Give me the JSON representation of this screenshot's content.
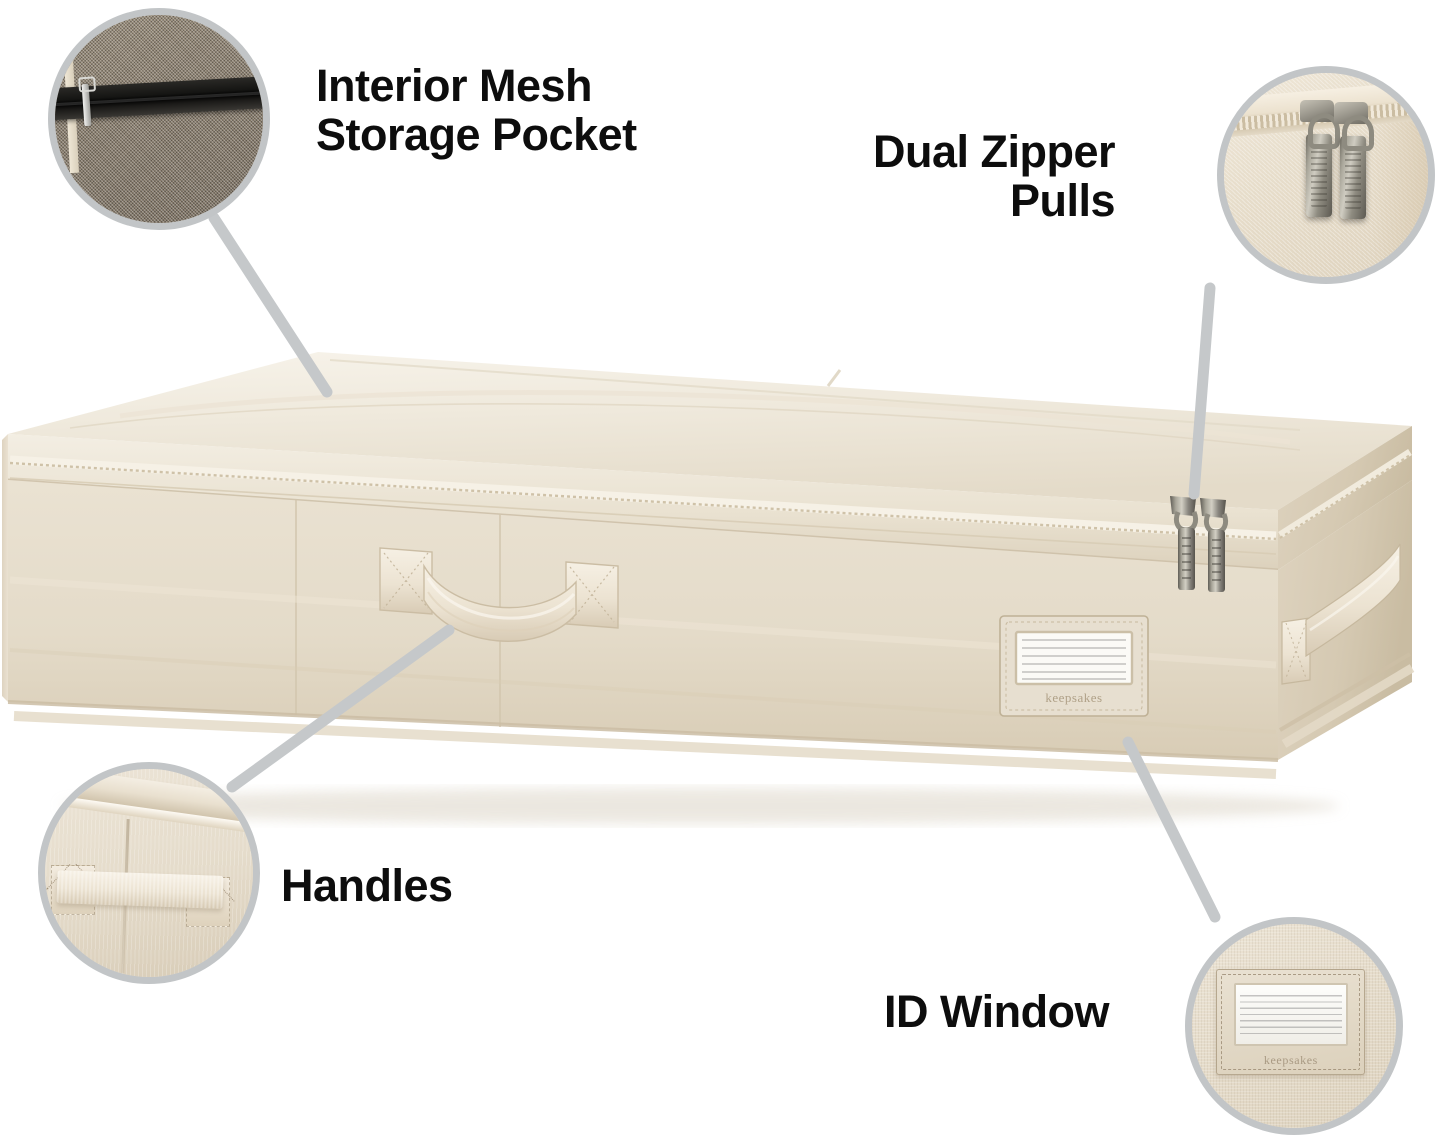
{
  "image": {
    "subject": "Under-bed fabric storage bag with feature callouts",
    "background_color": "#ffffff",
    "brand": "keepsakes"
  },
  "callouts": [
    {
      "id": "interior-mesh-storage-pocket",
      "label": "Interior Mesh\nStorage Pocket",
      "label_align": "left",
      "bubble_position": "top-left",
      "detail": "Close-up of black zipper on a taupe mesh interior pocket"
    },
    {
      "id": "dual-zipper-pulls",
      "label": "Dual Zipper\nPulls",
      "label_align": "right",
      "bubble_position": "top-right",
      "detail": "Two metal zipper pulls engraved with the keepsakes brand name"
    },
    {
      "id": "handles",
      "label": "Handles",
      "label_align": "left",
      "bubble_position": "bottom-left",
      "detail": "Beige webbing handle strap with X-stitched reinforcement tabs"
    },
    {
      "id": "id-window",
      "label": "ID Window",
      "label_align": "left",
      "bubble_position": "bottom-right",
      "detail": "Clear label window with ruled writing lines above keepsakes branding"
    }
  ],
  "product": {
    "name": "Under-bed storage bag",
    "body_color": "#e6ddcc",
    "lid_color": "#f1ece1",
    "shadow_color": "#cbbfa8",
    "hardware_color": "#8b8880",
    "features": [
      "zippered lid",
      "dual zipper pulls",
      "front handle",
      "side handle",
      "ID window"
    ]
  },
  "style": {
    "label_color": "#0d0d0d",
    "bubble_border_color": "#c2c5c7",
    "connector_line_color": "#c5c8ca",
    "mesh_color": "#8d8170",
    "zipper_color": "#141312"
  },
  "id_window": {
    "brand_text": "keepsakes",
    "line_count": 6
  }
}
